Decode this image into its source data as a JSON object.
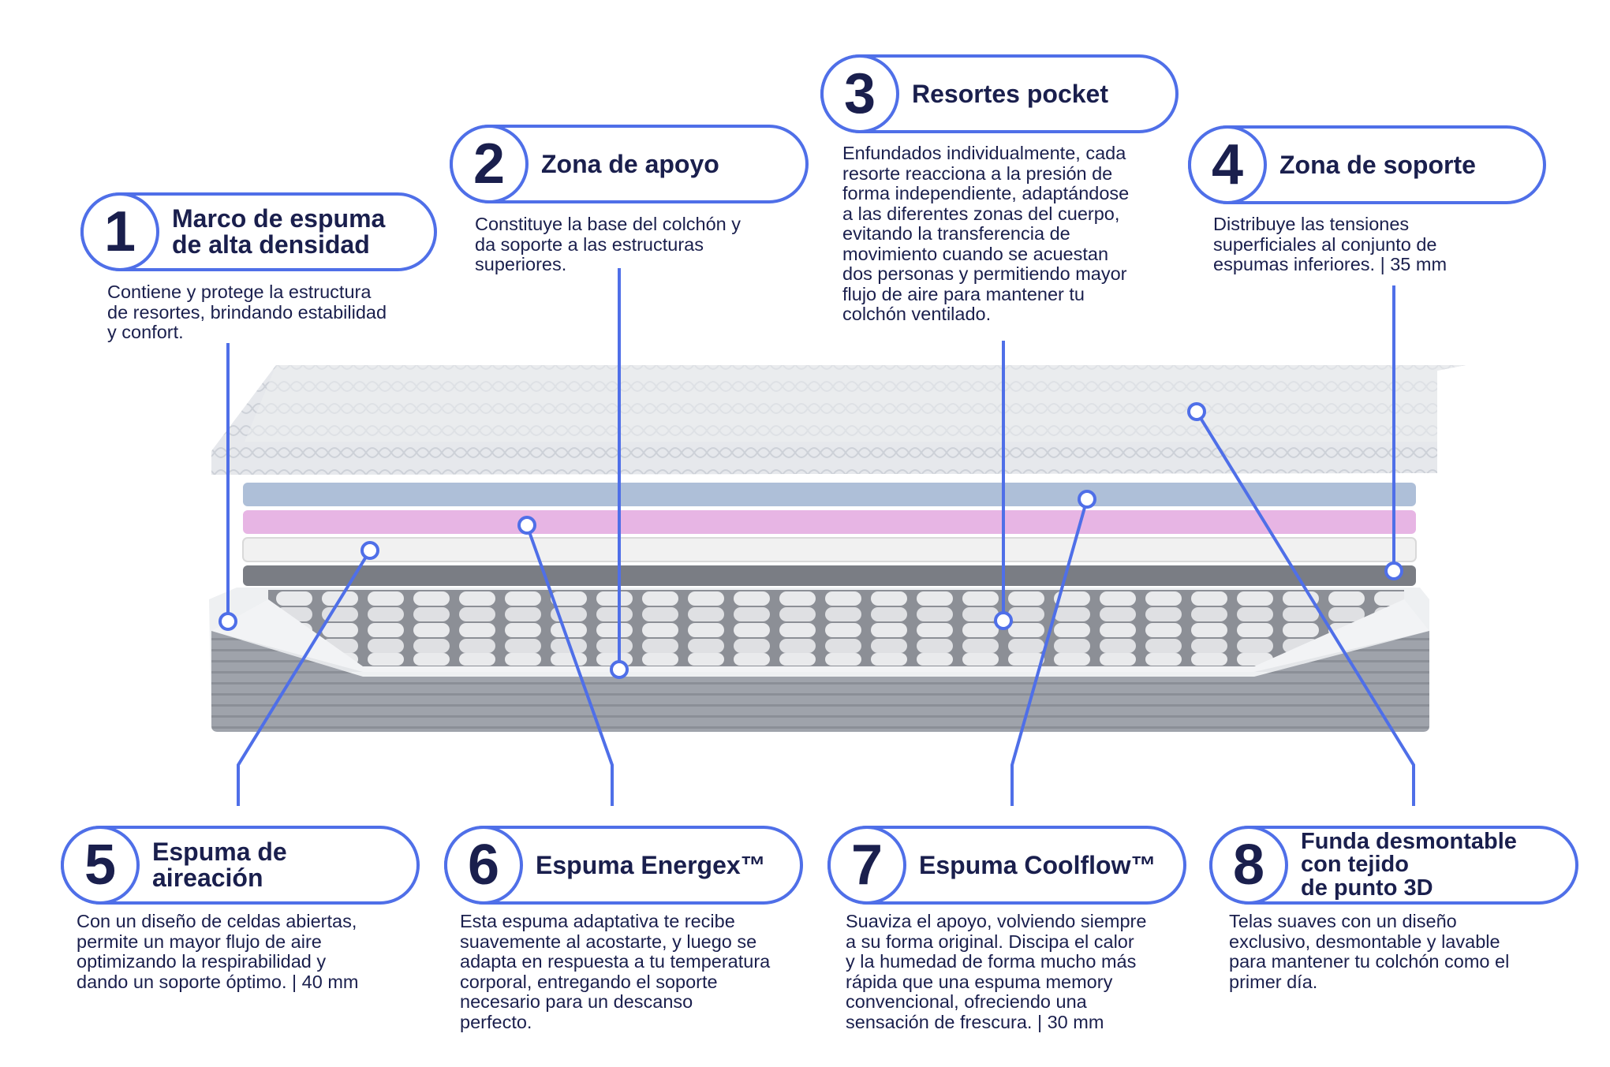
{
  "colors": {
    "accent": "#4f6fe8",
    "text": "#1a1f4d"
  },
  "layers": [
    {
      "number": "1",
      "title": "Marco de espuma\nde alta densidad",
      "description": "Contiene y protege la estructura\nde resortes, brindando estabilidad\ny confort."
    },
    {
      "number": "2",
      "title": "Zona de apoyo",
      "description": "Constituye la base del colchón y\nda soporte a las estructuras\nsuperiores."
    },
    {
      "number": "3",
      "title": "Resortes pocket",
      "description": "Enfundados individualmente, cada\nresorte reacciona a la presión de\nforma independiente, adaptándose\na las diferentes zonas del cuerpo,\nevitando la transferencia de\nmovimiento cuando se acuestan\ndos personas y permitiendo mayor\nflujo de aire para mantener tu\ncolchón ventilado."
    },
    {
      "number": "4",
      "title": "Zona de soporte",
      "description": "Distribuye las tensiones\nsuperficiales al conjunto de\nespumas inferiores. | 35 mm"
    },
    {
      "number": "5",
      "title": "Espuma de aireación",
      "description": "Con un diseño de celdas abiertas,\npermite un mayor flujo de aire\noptimizando la respirabilidad y\ndando un soporte óptimo. | 40 mm"
    },
    {
      "number": "6",
      "title": "Espuma Energex™",
      "description": "Esta espuma adaptativa te recibe\nsuavemente al acostarte, y luego se\nadapta en respuesta a tu temperatura\ncorporal, entregando el soporte\nnecesario para un descanso\nperfecto."
    },
    {
      "number": "7",
      "title": "Espuma Coolflow™",
      "description": "Suaviza el apoyo, volviendo siempre\na su forma original. Discipa el calor\ny la humedad de forma mucho más\nrápida que una espuma memory\nconvencional, ofreciendo una\nsensación de frescura.  | 30 mm"
    },
    {
      "number": "8",
      "title": "Funda desmontable\ncon tejido\nde punto 3D",
      "description": "Telas suaves con un diseño\nexclusivo, desmontable y lavable\npara mantener tu colchón como el\nprimer día."
    }
  ]
}
